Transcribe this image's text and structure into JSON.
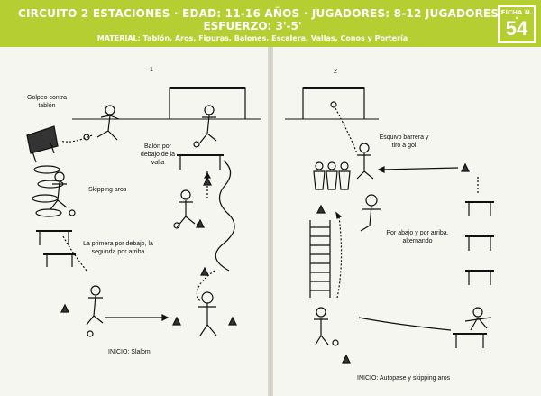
{
  "header": {
    "line1": "CIRCUITO 2 ESTACIONES · EDAD: 11-16 AÑOS · JUGADORES: 8-12 JUGADORES",
    "line2": "ESFUERZO: 3'-5'",
    "line3": "MATERIAL: Tablón, Aros, Figuras, Balones, Escalera, Vallas, Conos y Portería",
    "ficha_label": "FICHA N.°",
    "ficha_number": "54"
  },
  "station1": {
    "number": "1",
    "label_golpeo": "Golpeo contra tablón",
    "label_balon": "Balón por debajo de la valla",
    "label_skipping": "Skipping aros",
    "label_primera": "La primera por debajo, la segunda por arriba",
    "inicio": "INICIO: Slalom"
  },
  "station2": {
    "number": "2",
    "label_esquivo": "Esquivo barrera y tiro a gol",
    "label_por_abajo": "Por abajo y por arriba, alternando",
    "inicio": "INICIO: Autopase y skipping aros"
  },
  "colors": {
    "header_green": "#b5cf32",
    "ink": "#111111"
  }
}
